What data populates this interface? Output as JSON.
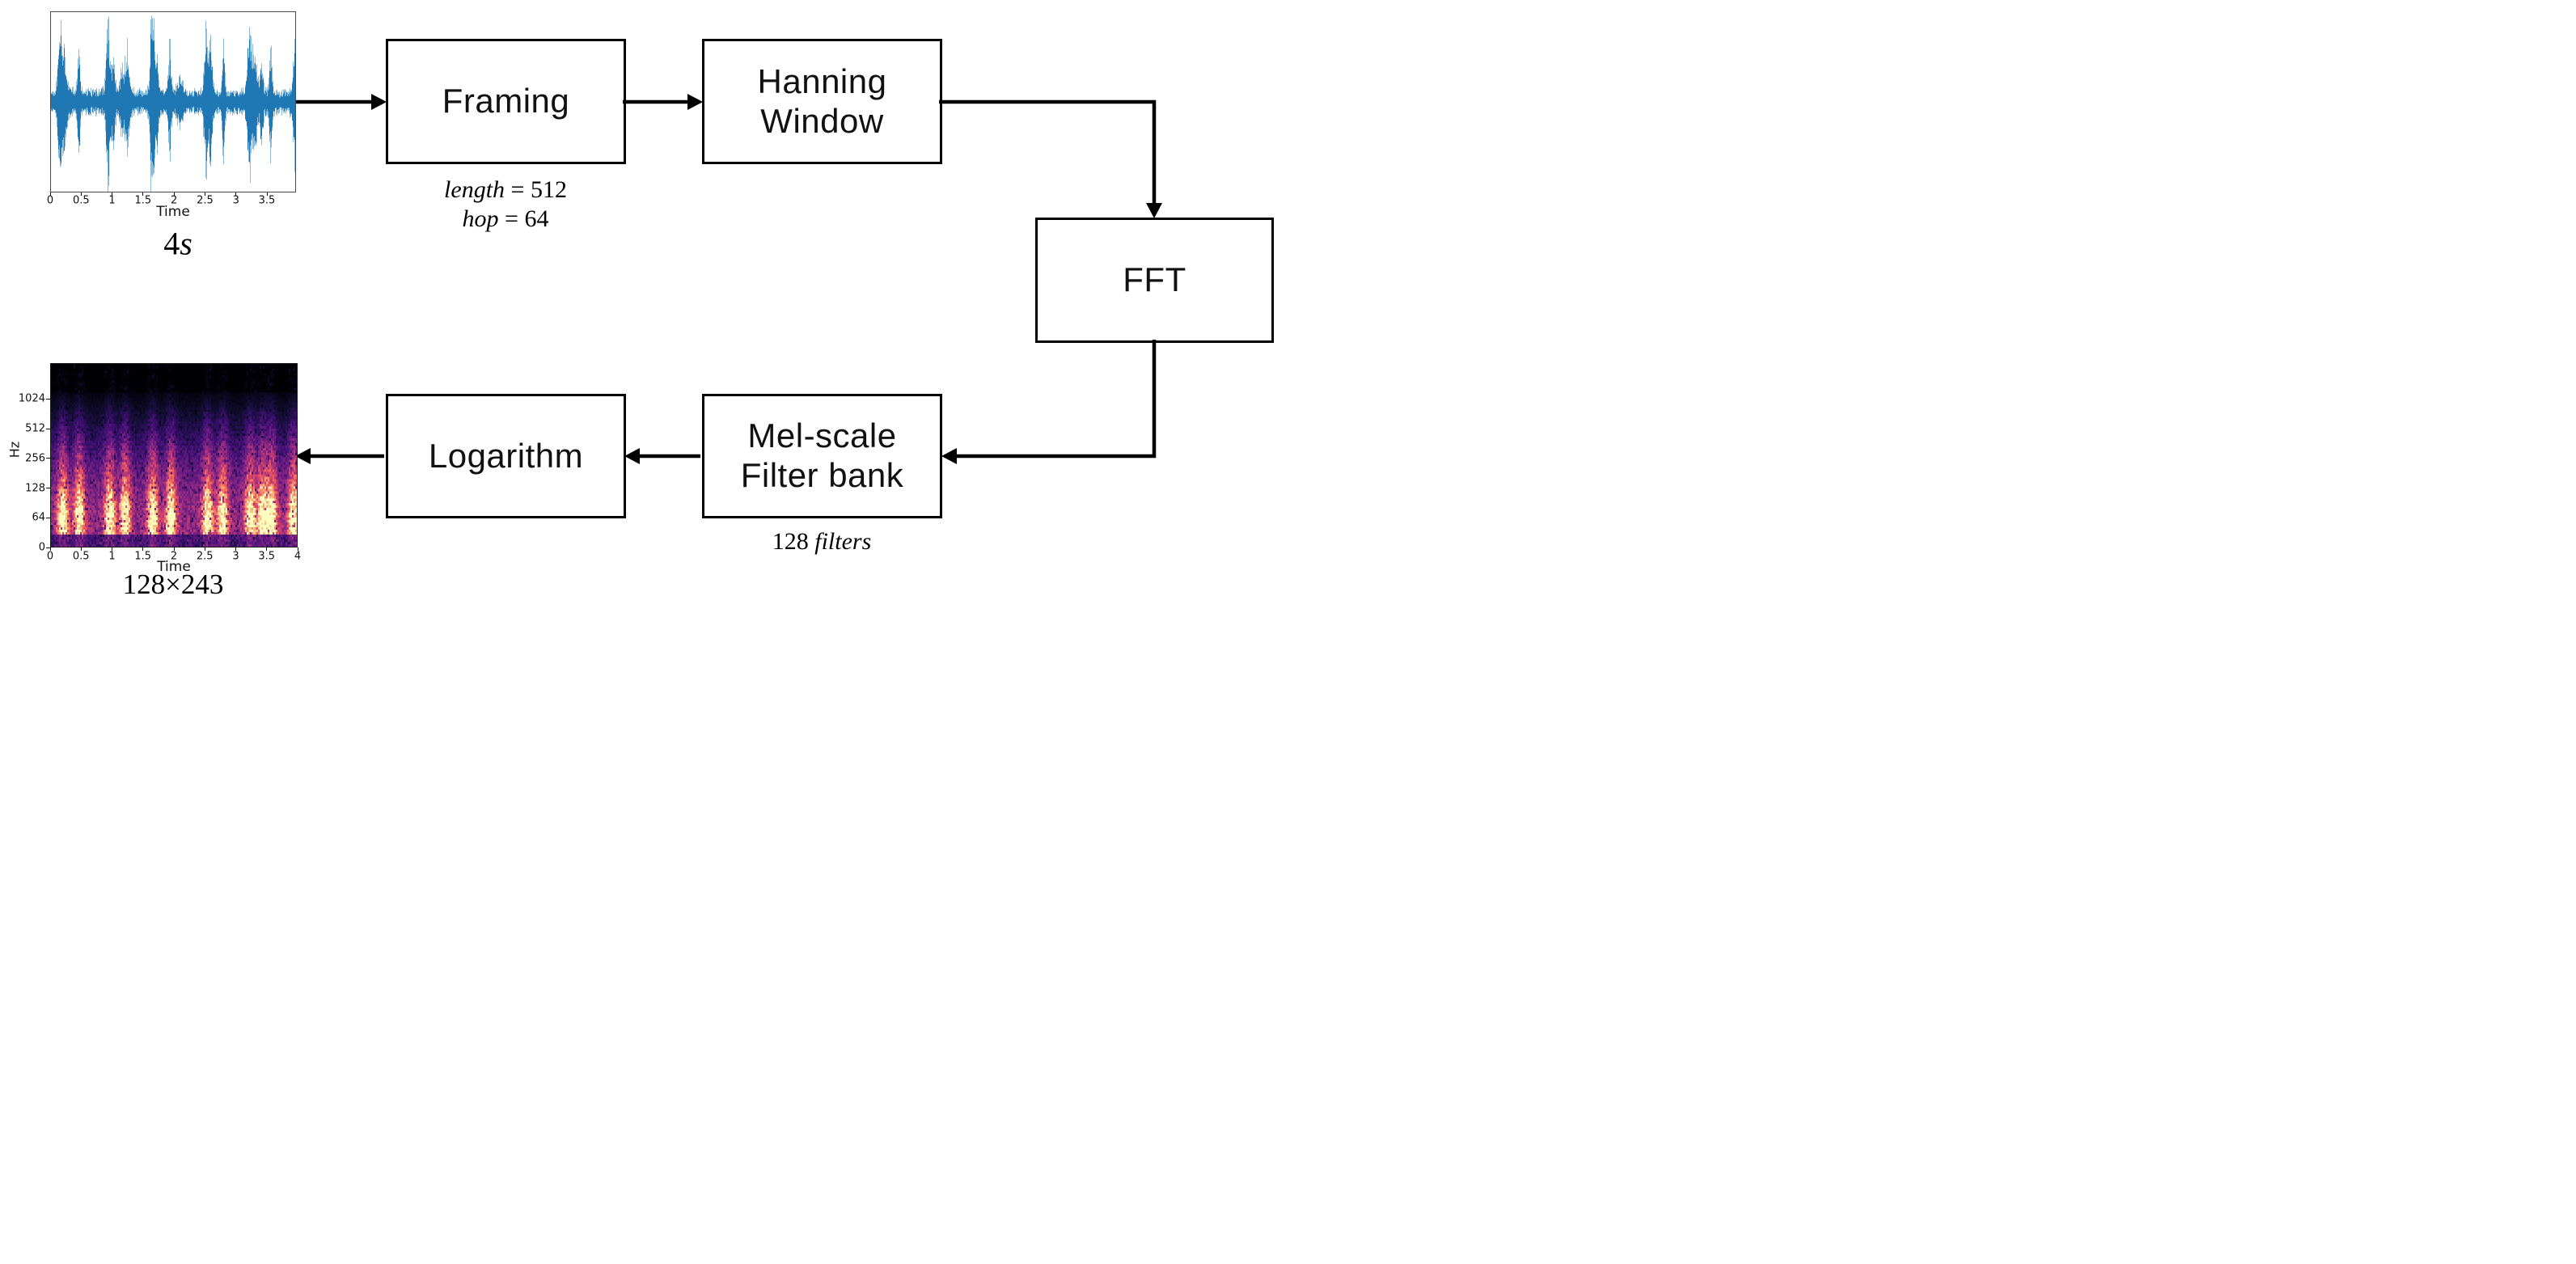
{
  "pipeline": {
    "boxes": [
      {
        "id": "framing",
        "lines": [
          "Framing"
        ]
      },
      {
        "id": "hanning-window",
        "lines": [
          "Hanning",
          "Window"
        ]
      },
      {
        "id": "fft",
        "lines": [
          "FFT"
        ]
      },
      {
        "id": "mel-scale-filter-bank",
        "lines": [
          "Mel-scale",
          "Filter bank"
        ]
      },
      {
        "id": "logarithm",
        "lines": [
          "Logarithm"
        ]
      }
    ],
    "edges": [
      {
        "from": "waveform-plot",
        "to": "framing"
      },
      {
        "from": "framing",
        "to": "hanning-window"
      },
      {
        "from": "hanning-window",
        "to": "fft"
      },
      {
        "from": "fft",
        "to": "mel-scale-filter-bank"
      },
      {
        "from": "mel-scale-filter-bank",
        "to": "logarithm"
      },
      {
        "from": "logarithm",
        "to": "mel-spectrogram-plot"
      }
    ],
    "annotations": {
      "framing_length": "length = 512",
      "framing_hop": "hop = 64",
      "mel_filters": "128 filters",
      "waveform_caption": "4s",
      "spectrogram_caption": "128×243"
    }
  },
  "chart_data": [
    {
      "id": "waveform",
      "type": "line",
      "title": "",
      "xlabel": "Time",
      "ylabel": "",
      "xlim": [
        0,
        3.97
      ],
      "ylim": [
        -1,
        1
      ],
      "x_tick_labels": [
        "0",
        "0.5",
        "1",
        "1.5",
        "2",
        "2.5",
        "3",
        "3.5"
      ],
      "line_color": "#1f77b4",
      "caption": "4s",
      "duration_seconds": 4,
      "noise_floor": 0.11,
      "burst_times": [
        0.14,
        0.21,
        0.45,
        0.92,
        1.0,
        1.18,
        1.25,
        1.64,
        1.7,
        1.93,
        2.1,
        2.52,
        2.59,
        2.8,
        3.22,
        3.3,
        3.42,
        3.57,
        3.96
      ],
      "burst_amps": [
        0.62,
        0.45,
        0.68,
        0.8,
        0.42,
        0.38,
        0.33,
        1.0,
        0.55,
        0.62,
        0.25,
        0.66,
        0.5,
        0.7,
        0.68,
        0.48,
        0.4,
        0.55,
        0.6
      ],
      "burst_widths": [
        0.03,
        0.045,
        0.018,
        0.025,
        0.035,
        0.04,
        0.025,
        0.025,
        0.035,
        0.022,
        0.04,
        0.028,
        0.03,
        0.018,
        0.03,
        0.04,
        0.025,
        0.02,
        0.025
      ]
    },
    {
      "id": "mel-spectrogram",
      "type": "heatmap",
      "title": "",
      "xlabel": "Time",
      "ylabel": "Hz",
      "xlim": [
        0,
        4
      ],
      "x_tick_labels": [
        "0",
        "0.5",
        "1",
        "1.5",
        "2",
        "2.5",
        "3",
        "3.5",
        "4"
      ],
      "y_tick_labels": [
        "0",
        "64",
        "128",
        "256",
        "512",
        "1024"
      ],
      "y_tick_spacing_fraction": 0.161,
      "caption": "128×243",
      "n_mel_bins": 128,
      "n_frames": 243,
      "colormap": "magma",
      "colormap_stops": [
        [
          0.0,
          "#000004"
        ],
        [
          0.1,
          "#140e36"
        ],
        [
          0.2,
          "#3b0f70"
        ],
        [
          0.3,
          "#641a80"
        ],
        [
          0.4,
          "#8c2981"
        ],
        [
          0.5,
          "#b73779"
        ],
        [
          0.6,
          "#de4968"
        ],
        [
          0.7,
          "#f7705c"
        ],
        [
          0.8,
          "#fe9f6d"
        ],
        [
          0.9,
          "#fecf92"
        ],
        [
          1.0,
          "#fcfdbf"
        ]
      ],
      "burst_times": [
        0.18,
        0.45,
        0.95,
        1.2,
        1.65,
        1.95,
        2.55,
        2.8,
        3.25,
        3.45,
        3.6,
        3.96
      ]
    }
  ]
}
